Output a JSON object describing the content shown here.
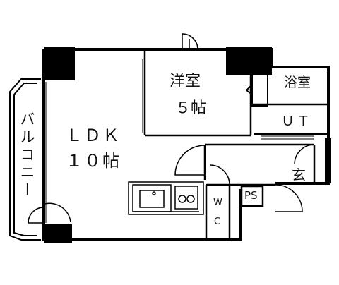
{
  "rooms": {
    "ldk_line1": "ＬＤＫ",
    "ldk_line2": "１０帖",
    "western_line1": "洋室",
    "western_line2": "５帖",
    "bath": "浴室",
    "utility": "ＵＴ",
    "entrance": "玄",
    "toilet_line1": "W",
    "toilet_line2": "C",
    "pipe_space": "PS",
    "balcony": "バルコニー"
  },
  "colors": {
    "wall": "#000000",
    "line": "#222222",
    "background": "#ffffff"
  }
}
